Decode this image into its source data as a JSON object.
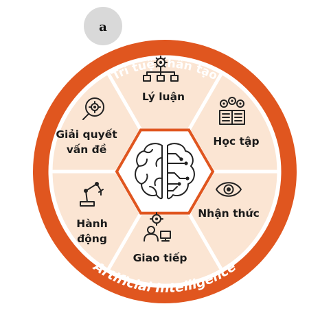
{
  "badge": {
    "letter": "a"
  },
  "ring": {
    "top_text": "Trí tuệ nhân tạo",
    "bottom_text": "Artificial Intelligence"
  },
  "segments": [
    {
      "id": "reasoning",
      "lines": [
        "Lý luận"
      ],
      "icon": "hierarchy-gear-icon"
    },
    {
      "id": "learning",
      "lines": [
        "Học tập"
      ],
      "icon": "book-gears-icon"
    },
    {
      "id": "perception",
      "lines": [
        "Nhận thức"
      ],
      "icon": "eye-icon"
    },
    {
      "id": "communication",
      "lines": [
        "Giao tiếp"
      ],
      "icon": "person-gear-icon"
    },
    {
      "id": "action",
      "lines": [
        "Hành",
        "động"
      ],
      "icon": "robot-arm-icon"
    },
    {
      "id": "problem-solving",
      "lines": [
        "Giải quyết",
        "vấn đề"
      ],
      "icon": "magnifier-gear-icon"
    }
  ],
  "center": {
    "icon": "brain-circuit-icon"
  },
  "colors": {
    "ring": "#E0561F",
    "ring_dark": "#C9461A",
    "segment_fill": "#FBE5D3",
    "segment_border": "#FFFFFF",
    "hexagon": "#FFFFFF",
    "badge": "#D9D9D9"
  }
}
